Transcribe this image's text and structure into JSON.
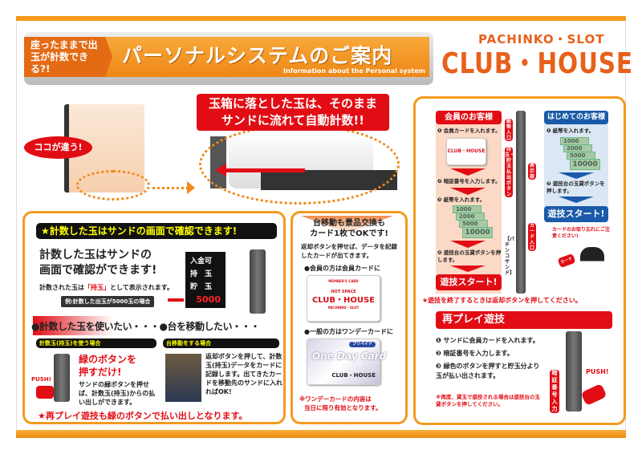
{
  "header": {
    "tag": "座ったままで出玉が計数できる?!",
    "title": "パーソナルシステムのご案内",
    "subtitle": "Information about the Personal system"
  },
  "logo": {
    "top": "PACHINKO・SLOT",
    "main": "CLUB・HOUSE"
  },
  "intro": {
    "bubble": "ココが違う!",
    "headline_1": "玉箱に落とした玉は、そのまま",
    "headline_2": "サンドに流れて自動計数!!"
  },
  "left_panel": {
    "bar": "★計数した玉はサンドの画面で確認できます!",
    "title_1": "計数した玉はサンドの",
    "title_2": "画面で確認ができます!",
    "desc_pre": "計数された玉は",
    "desc_em": "「持玉」",
    "desc_post": "として表示されます。",
    "example": "例:計数した出玉が5000玉の場合",
    "display": {
      "row1": "入金可",
      "row2": "持　玉",
      "row3": "貯　玉",
      "value": "5000"
    },
    "section_heading": "●計数した玉を使いたい・・・●台を移動したい・・・",
    "use": {
      "bar": "計数玉(持玉)を使う場合",
      "title_1": "緑のボタンを",
      "title_2": "押すだけ!",
      "text": "サンドの緑ボタンを押せば、計数玉(持玉)からの払い出しができます。",
      "push": "PUSH!"
    },
    "move": {
      "bar": "台移動をする場合",
      "text": "返却ボタンを押して、計数玉(持玉)データをカードに記録します。出てきたカードを移動先のサンドに入れればOK!"
    },
    "footer": "★再プレイ遊技も緑のボタンで払い出しとなります。"
  },
  "middle_panel": {
    "title_1": "台移動も景品交換も",
    "title_2": "カード1枚でOKです!",
    "text": "返却ボタンを押せば、データを記録したカードが出てきます。",
    "member_label": "●会員の方は会員カードに",
    "member_card": {
      "top": "MEMBER'S CARD",
      "hot": "HOT SPACE",
      "name": "CLUB・HOUSE",
      "sub": "PACHINKO・SLOT"
    },
    "general_label": "●一般の方はワンデーカードに",
    "oneday_card": {
      "prepaid": "プリペイド",
      "name": "One Day Card",
      "name2": "CLUB・HOUSE"
    },
    "note_1": "※ワンデーカードの内容は",
    "note_2": "当日に限り有効となります。"
  },
  "right_panel": {
    "member": {
      "header": "会員のお客様",
      "steps": [
        "❶ 会員カードを入れます。",
        "❷ 暗証番号を入力します。",
        "❸ 紙幣を入れます。",
        "❹ 遊技台の玉貸ボタンを押します。"
      ],
      "start": "遊技スタート!"
    },
    "first": {
      "header": "はじめてのお客様",
      "steps": [
        "❶ 紙幣を入れます。",
        "❷ 遊技台の玉貸ボタンを押します。"
      ],
      "start": "遊技スタート!",
      "caution": "カードのお取り忘れにご注意ください!",
      "card": "カード"
    },
    "sand_labels": {
      "bill_slot": "紙幣入口",
      "payout": "持玉・貯玉払出ボタン",
      "display": "表示部",
      "card_slot": "カード入口",
      "name": "【パチンコサンド】"
    },
    "bills": [
      "1000",
      "2000",
      "5000",
      "10000"
    ],
    "end_note": "★遊技を終了するときは返却ボタンを押してください。",
    "replay": {
      "header": "再プレイ遊技",
      "steps": [
        "❶ サンドに会員カードを入れます。",
        "❷ 暗証番号を入力します。",
        "❸ 緑色のボタンを押すと貯玉分より玉が払い出されます。"
      ],
      "note": "※再度、貸玉で遊技される場合は遊技台の玉貸ボタンを押してください。",
      "pin_label": "暗証番号入力",
      "push": "PUSH!"
    }
  },
  "colors": {
    "orange": "#f39a1e",
    "red": "#e20d14",
    "blue": "#1a5aa8"
  }
}
